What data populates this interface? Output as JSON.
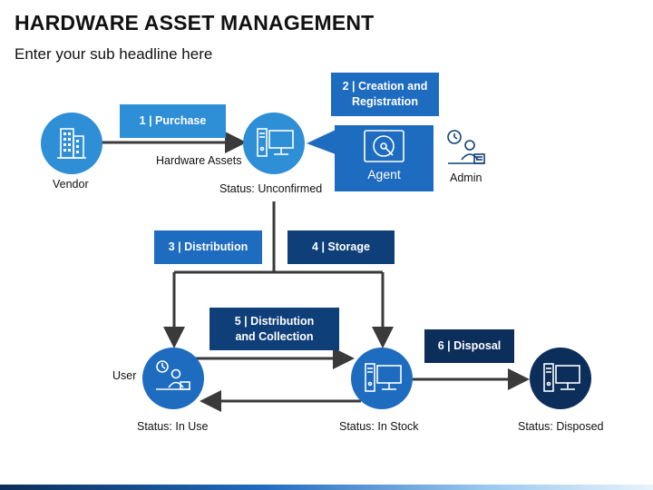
{
  "title": "HARDWARE ASSET MANAGEMENT",
  "subtitle": "Enter your sub headline here",
  "steps": {
    "purchase": "1 | Purchase",
    "creation": "2 | Creation and Registration",
    "distribution": "3 | Distribution",
    "storage": "4 | Storage",
    "dist_collection": "5 | Distribution and Collection",
    "disposal": "6 | Disposal"
  },
  "nodes": {
    "vendor": "Vendor",
    "hardware_assets": "Hardware Assets",
    "status_unconfirmed": "Status: Unconfirmed",
    "agent": "Agent",
    "admin": "Admin",
    "user": "User",
    "status_in_use": "Status: In Use",
    "status_in_stock": "Status: In Stock",
    "status_disposed": "Status: Disposed"
  },
  "colors": {
    "light_blue": "#2f8fd6",
    "mid_blue": "#1e6cc0",
    "dark_blue": "#0e3f78",
    "navy": "#0b2e5a",
    "arrow": "#3a3a3a"
  }
}
